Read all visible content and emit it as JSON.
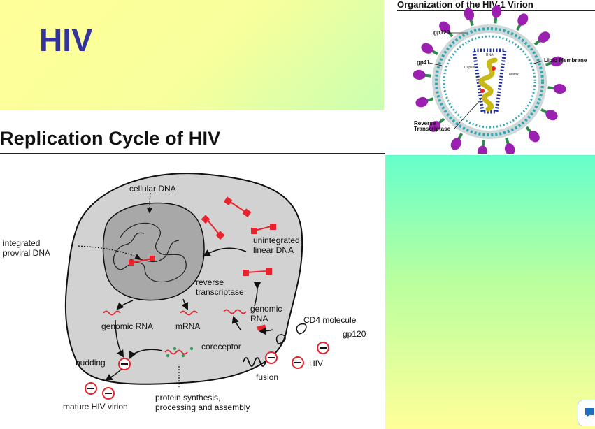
{
  "slide": {
    "title": "HIV"
  },
  "replication": {
    "heading": "Replication Cycle of HIV",
    "labels": {
      "cellular_dna": "cellular DNA",
      "integrated_1": "integrated",
      "integrated_2": "proviral DNA",
      "unintegrated_1": "unintegrated",
      "unintegrated_2": "linear DNA",
      "reverse_1": "reverse",
      "reverse_2": "transcriptase",
      "genomic_rna_right_1": "genomic",
      "genomic_rna_right_2": "RNA",
      "genomic_rna_left": "genomic RNA",
      "mrna": "mRNA",
      "cd4": "CD4 molecule",
      "gp120": "gp120",
      "coreceptor": "coreceptor",
      "budding": "budding",
      "hiv": "HIV",
      "fusion": "fusion",
      "mature": "mature HIV virion",
      "protein_1": "protein synthesis,",
      "protein_2": "processing and assembly"
    }
  },
  "virion": {
    "heading": "Organization of the HIV-1 Virion",
    "labels": {
      "gp120": "gp120",
      "gp41": "gp41",
      "lipid": "Lipid Membrane",
      "rna": "RNA",
      "capsid": "Capsid",
      "matrix": "Matrix",
      "rt_1": "Reverse",
      "rt_2": "Transcriptase"
    }
  },
  "colors": {
    "title": "#333399",
    "cell": "#d2d2d2",
    "nucleus": "#a8a8a8",
    "dna_red": "#e8232e",
    "glycoprotein_purple": "#9b1fb0",
    "membrane_teal": "#2fa6b0",
    "capsid_blue": "#1a2a9a",
    "rna_yellow": "#c8b818"
  },
  "icons": [
    "feedback-icon"
  ]
}
